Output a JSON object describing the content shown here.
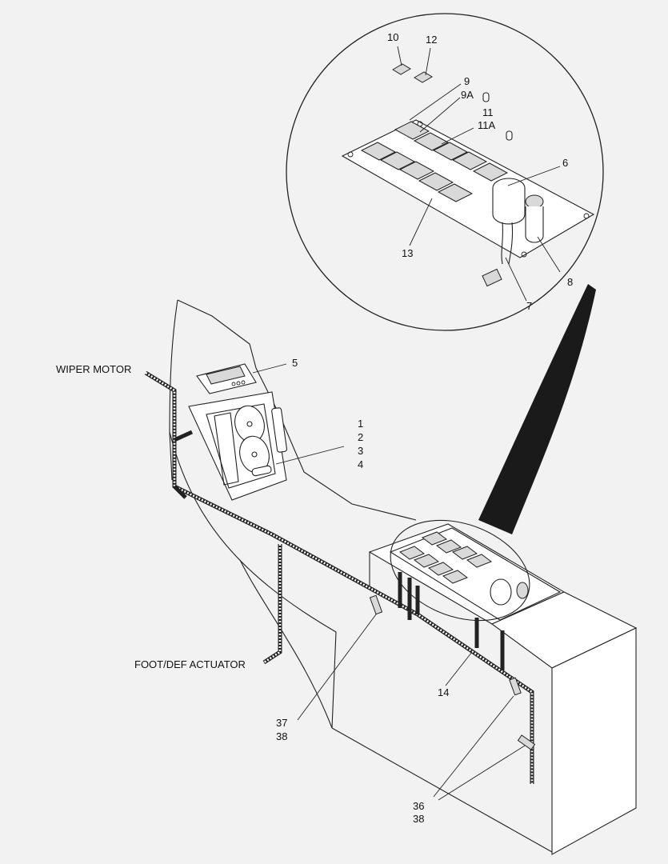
{
  "callouts": {
    "wiper_motor": "WIPER MOTOR",
    "foot_def_actuator": "FOOT/DEF ACTUATOR",
    "c1": "1",
    "c2": "2",
    "c3": "3",
    "c4": "4",
    "c5": "5",
    "c6": "6",
    "c7": "7",
    "c8": "8",
    "c9": "9",
    "c9a": "9A",
    "c10": "10",
    "c11": "11",
    "c11a": "11A",
    "c12": "12",
    "c13": "13",
    "c14": "14",
    "c36a": "36",
    "c38a": "38",
    "c37": "37",
    "c38b": "38"
  },
  "colors": {
    "background": "#f2f2f2",
    "line": "#222222",
    "shade": "#d9d9d9",
    "magnifier_beam": "#1a1a1a"
  }
}
